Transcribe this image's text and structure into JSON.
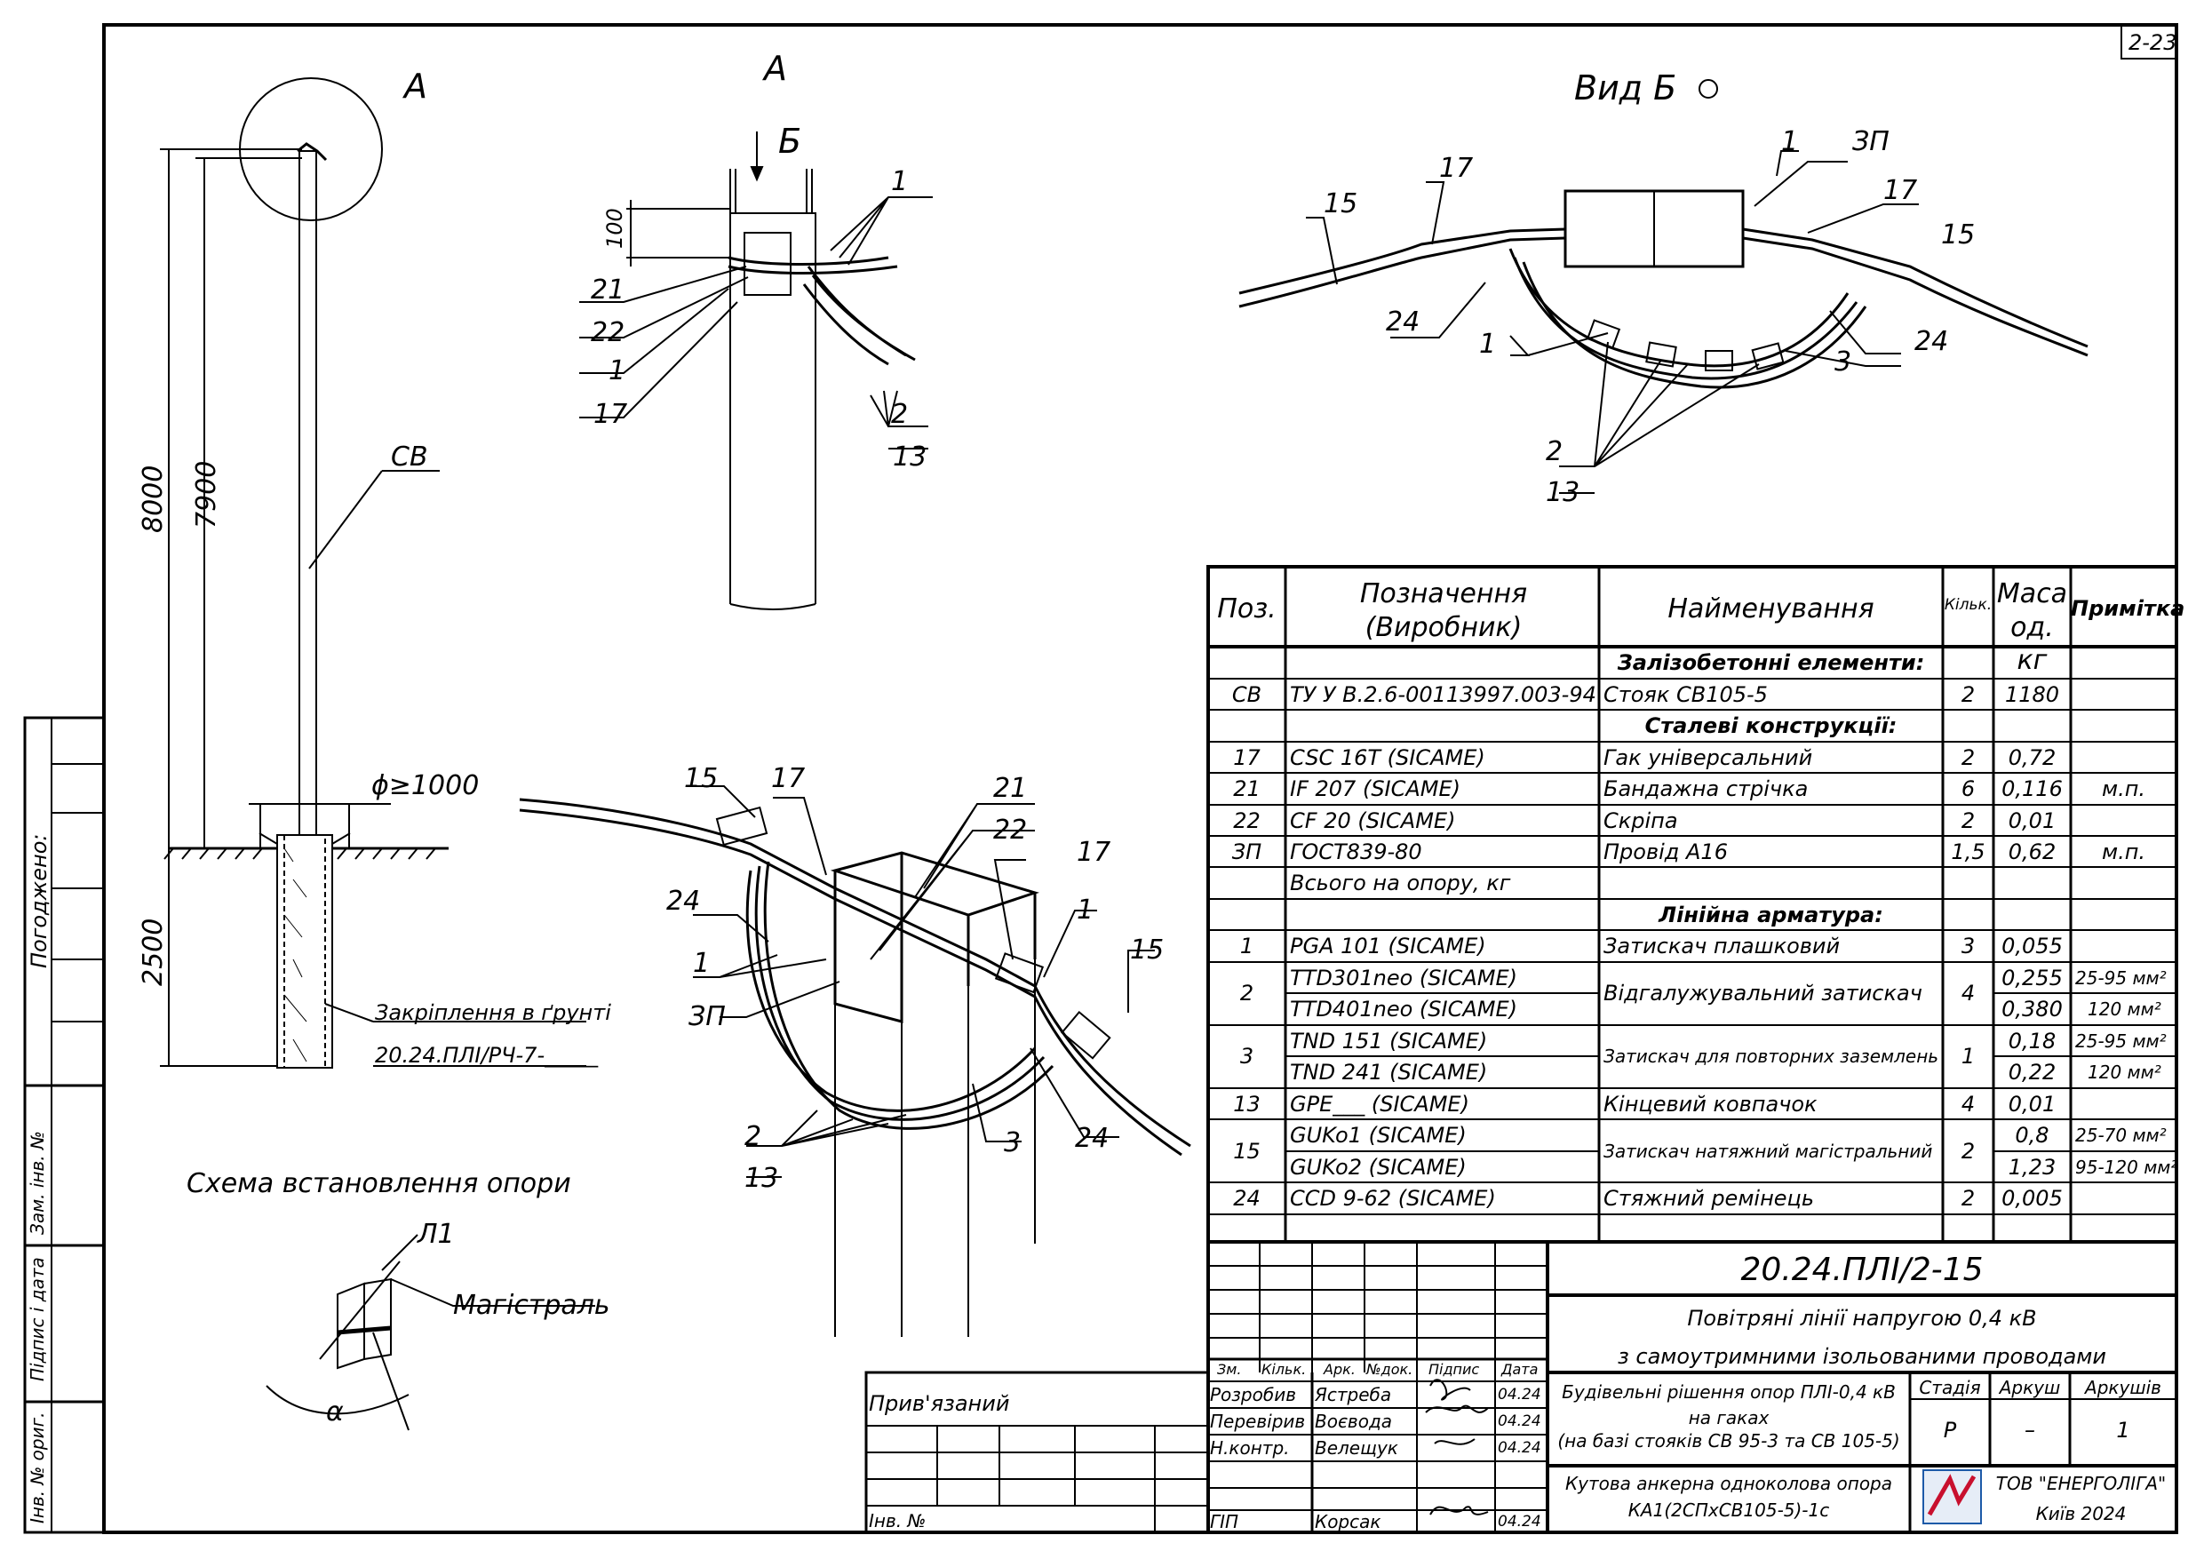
{
  "sheet_code": "2-23",
  "views": {
    "a_label": "А",
    "top_a": "А",
    "top_b": "Б",
    "vid_b": "Вид Б",
    "schema_title": "Схема встановлення опори",
    "magistral": "Магістраль",
    "l1": "Л1",
    "alpha": "α"
  },
  "dims": {
    "d8000": "8000",
    "d7900": "7900",
    "d2500": "2500",
    "d100": "100",
    "diam": "ϕ≥1000",
    "sv": "СВ",
    "fix_label": "Закріплення в ґрунті",
    "fix_doc": "20.24.ПЛІ/РЧ-7-_____"
  },
  "callouts": {
    "c1": "1",
    "c2": "2",
    "c3": "3",
    "c13": "13",
    "c15": "15",
    "c17": "17",
    "c21": "21",
    "c22": "22",
    "c24": "24",
    "czp": "ЗП"
  },
  "bom": {
    "headers": {
      "pos": "Поз.",
      "designation": "Позначення (Виробник)",
      "name": "Найменування",
      "qty": "Кільк.",
      "mass": "Маса од. кг",
      "note": "Примітка"
    },
    "sections": {
      "rc": "Залізобетонні елементи:",
      "steel": "Сталеві конструкції:",
      "line": "Лінійна арматура:"
    },
    "rows": [
      {
        "pos": "СВ",
        "des": "ТУ У В.2.6-00113997.003-94",
        "name": "Стояк СВ105-5",
        "qty": "2",
        "mass": "1180",
        "note": ""
      },
      {
        "pos": "17",
        "des": "CSC 16T   (SICAME)",
        "name": "Гак універсальний",
        "qty": "2",
        "mass": "0,72",
        "note": ""
      },
      {
        "pos": "21",
        "des": "IF 207   (SICAME)",
        "name": "Бандажна стрічка",
        "qty": "6",
        "mass": "0,116",
        "note": "м.п."
      },
      {
        "pos": "22",
        "des": "CF 20   (SICAME)",
        "name": "Скріпа",
        "qty": "2",
        "mass": "0,01",
        "note": ""
      },
      {
        "pos": "ЗП",
        "des": "ГОСТ839-80",
        "name": "Провід А16",
        "qty": "1,5",
        "mass": "0,62",
        "note": "м.п."
      },
      {
        "pos": "",
        "des": "Всього на опору, кг",
        "name": "",
        "qty": "",
        "mass": "",
        "note": ""
      },
      {
        "pos": "1",
        "des": "PGA 101   (SICAME)",
        "name": "Затискач плашковий",
        "qty": "3",
        "mass": "0,055",
        "note": ""
      },
      {
        "pos": "2",
        "des": "TTD301neo   (SICAME)",
        "des2": "TTD401neo   (SICAME)",
        "name": "Відгалужувальний затискач",
        "qty": "4",
        "mass": "0,255",
        "mass2": "0,380",
        "note": "25-95 мм²",
        "note2": "120 мм²"
      },
      {
        "pos": "3",
        "des": "TND 151   (SICAME)",
        "des2": "TND 241   (SICAME)",
        "name": "Затискач для повторних заземлень",
        "qty": "1",
        "mass": "0,18",
        "mass2": "0,22",
        "note": "25-95 мм²",
        "note2": "120 мм²"
      },
      {
        "pos": "13",
        "des": "GPE___   (SICAME)",
        "name": "Кінцевий ковпачок",
        "qty": "4",
        "mass": "0,01",
        "note": ""
      },
      {
        "pos": "15",
        "des": "GUKo1   (SICAME)",
        "des2": "GUKo2   (SICAME)",
        "name": "Затискач натяжний магістральний",
        "qty": "2",
        "mass": "0,8",
        "mass2": "1,23",
        "note": "25-70 мм²",
        "note2": "95-120 мм²"
      },
      {
        "pos": "24",
        "des": "CCD 9-62   (SICAME)",
        "name": "Стяжний ремінець",
        "qty": "2",
        "mass": "0,005",
        "note": ""
      }
    ]
  },
  "title_block": {
    "doc_number": "20.24.ПЛІ/2-15",
    "project_line1": "Повітряні лінії напругою 0,4 кВ",
    "project_line2": "з самоутримними ізольованими проводами",
    "section_line1": "Будівельні рішення опор ПЛІ-0,4 кВ",
    "section_line2": "на гаках",
    "section_line3": "(на базі стояків СВ 95-3 та СВ 105-5)",
    "sheet_name1": "Кутова анкерна одноколова опора",
    "sheet_name2": "КА1(2СПхСВ105-5)-1с",
    "stage_hdr": "Стадія",
    "sheet_hdr": "Аркуш",
    "sheets_hdr": "Аркушів",
    "stage": "Р",
    "sheet": "–",
    "sheets": "1",
    "company": "ТОВ \"ЕНЕРГОЛІГА\"",
    "city": "Київ 2024",
    "cols": {
      "zm": "Зм.",
      "kil": "Кільк.",
      "ark": "Арк.",
      "ndok": "№док.",
      "pidpys": "Підпис",
      "data": "Дата"
    },
    "people": [
      {
        "role": "Розробив",
        "name": "Ястреба",
        "date": "04.24"
      },
      {
        "role": "Перевірив",
        "name": "Воєвода",
        "date": "04.24"
      },
      {
        "role": "Н.контр.",
        "name": "Велещук",
        "date": "04.24"
      },
      {
        "role": "ГІП",
        "name": "Корсак",
        "date": "04.24"
      }
    ],
    "pryviaz": "Прив'язаний",
    "inv": "Інв. №"
  },
  "side_stamp": {
    "pogodzheno": "Погоджено:",
    "zam_inv": "Зам. інв. №",
    "pidpys_data": "Підпис і дата",
    "inv_orig": "Інв. № ориг."
  }
}
